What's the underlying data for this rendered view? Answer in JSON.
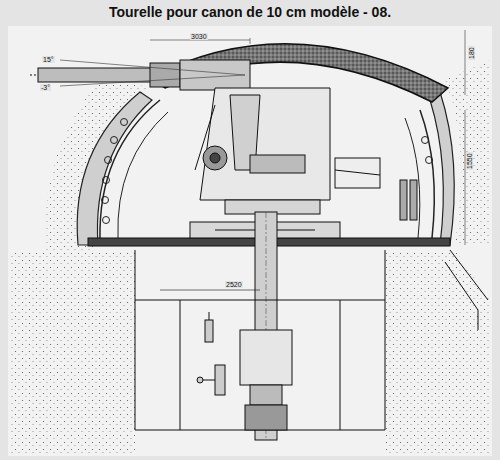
{
  "diagram": {
    "title": "Tourelle pour canon de 10 cm modèle - 08.",
    "labels": [
      "3030",
      "180",
      "1550",
      "2520",
      "15°",
      "-3°"
    ]
  }
}
